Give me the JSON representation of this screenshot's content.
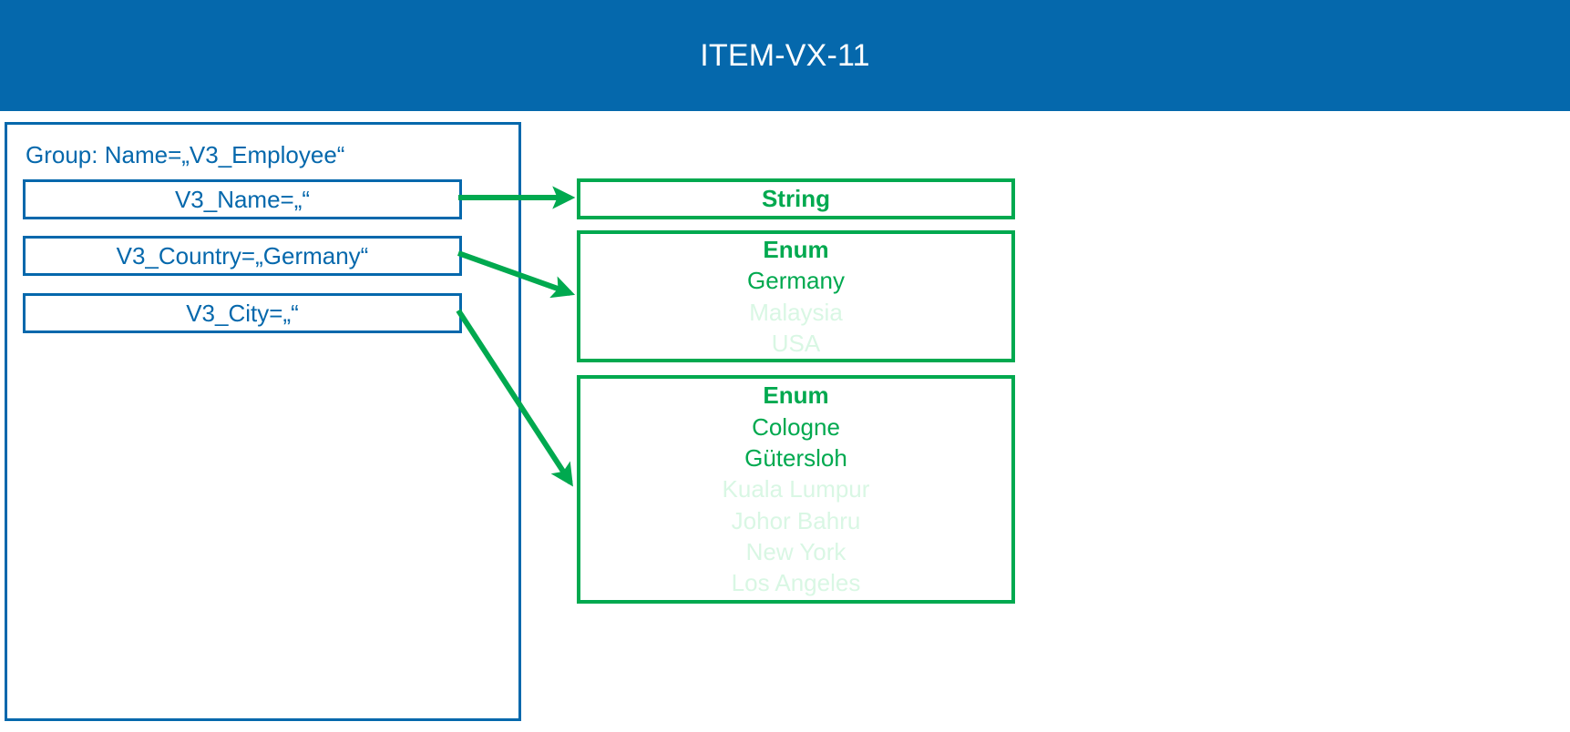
{
  "header": {
    "title": "ITEM-VX-11",
    "background_color": "#0568ac",
    "text_color": "#ffffff"
  },
  "colors": {
    "blue": "#0568ac",
    "green": "#00a94f",
    "green_faded": "#d9f7e4",
    "background": "#ffffff"
  },
  "group": {
    "label": "Group: Name=„V3_Employee“",
    "attributes": [
      {
        "label": "V3_Name=„“"
      },
      {
        "label": "V3_Country=„Germany“"
      },
      {
        "label": "V3_City=„“"
      }
    ]
  },
  "types": [
    {
      "title": "String",
      "values": []
    },
    {
      "title": "Enum",
      "values": [
        {
          "text": "Germany",
          "faded": false
        },
        {
          "text": "Malaysia",
          "faded": true
        },
        {
          "text": "USA",
          "faded": true
        }
      ]
    },
    {
      "title": "Enum",
      "values": [
        {
          "text": "Cologne",
          "faded": false
        },
        {
          "text": "Gütersloh",
          "faded": false
        },
        {
          "text": "Kuala Lumpur",
          "faded": true
        },
        {
          "text": "Johor Bahru",
          "faded": true
        },
        {
          "text": "New York",
          "faded": true
        },
        {
          "text": "Los Angeles",
          "faded": true
        }
      ]
    }
  ],
  "connectors": [
    {
      "from": "V3_Name",
      "to": "String"
    },
    {
      "from": "V3_Country",
      "to": "Enum-Country"
    },
    {
      "from": "V3_City",
      "to": "Enum-City"
    }
  ]
}
